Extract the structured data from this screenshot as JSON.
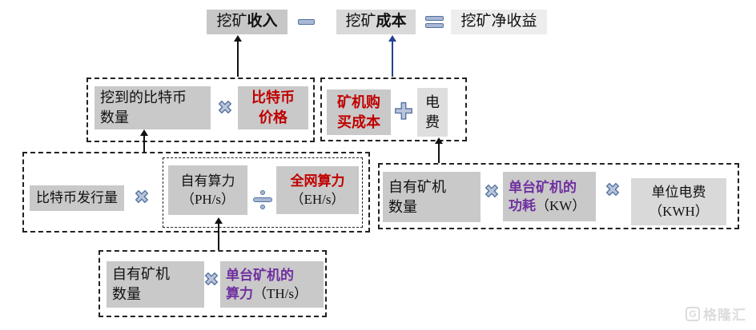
{
  "top": {
    "income": {
      "regular": "挖矿",
      "bold": "收入"
    },
    "cost": {
      "regular": "挖矿",
      "bold": "成本"
    },
    "net": "挖矿净收益"
  },
  "revenue_group": {
    "mined_btc": {
      "line1": "挖到的比特币",
      "line2": "数量"
    },
    "btc_price": {
      "line1": "比特币",
      "line2": "价格"
    }
  },
  "cost_group": {
    "miner_cost": {
      "line1": "矿机购",
      "line2": "买成本"
    },
    "electricity": {
      "line1": "电",
      "line2": "费"
    }
  },
  "mined_btc_group": {
    "issuance": "比特币发行量",
    "own_hashrate": {
      "line1": "自有算力",
      "line2": "（PH/s）"
    },
    "network_hashrate": {
      "line1": "全网算力",
      "line2": "（EH/s）"
    }
  },
  "electricity_group": {
    "own_miners": {
      "line1": "自有矿机",
      "line2": "数量"
    },
    "power": {
      "line1": "单台矿机的",
      "bold": "功耗",
      "unit": "（KW）"
    },
    "unit_price": {
      "line1": "单位电费",
      "line2": "（KWH）"
    }
  },
  "own_hashrate_group": {
    "own_miners": {
      "line1": "自有矿机",
      "line2": "数量"
    },
    "per_miner_hashrate": {
      "line1": "单台矿机的",
      "bold": "算力",
      "unit": "（TH/s）"
    }
  },
  "operators": {
    "multiply": "✖",
    "plus": "✚"
  },
  "watermark": {
    "logo": "G",
    "text": "格隆汇"
  },
  "colors": {
    "box_gray": "#c9c9c9",
    "box_light_gray": "#ededed",
    "highlight_red": "#c00000",
    "highlight_purple": "#7030a0",
    "operator_fill": "#a9b8d4",
    "operator_border": "#51709f",
    "arrow_navy": "#26418f"
  }
}
